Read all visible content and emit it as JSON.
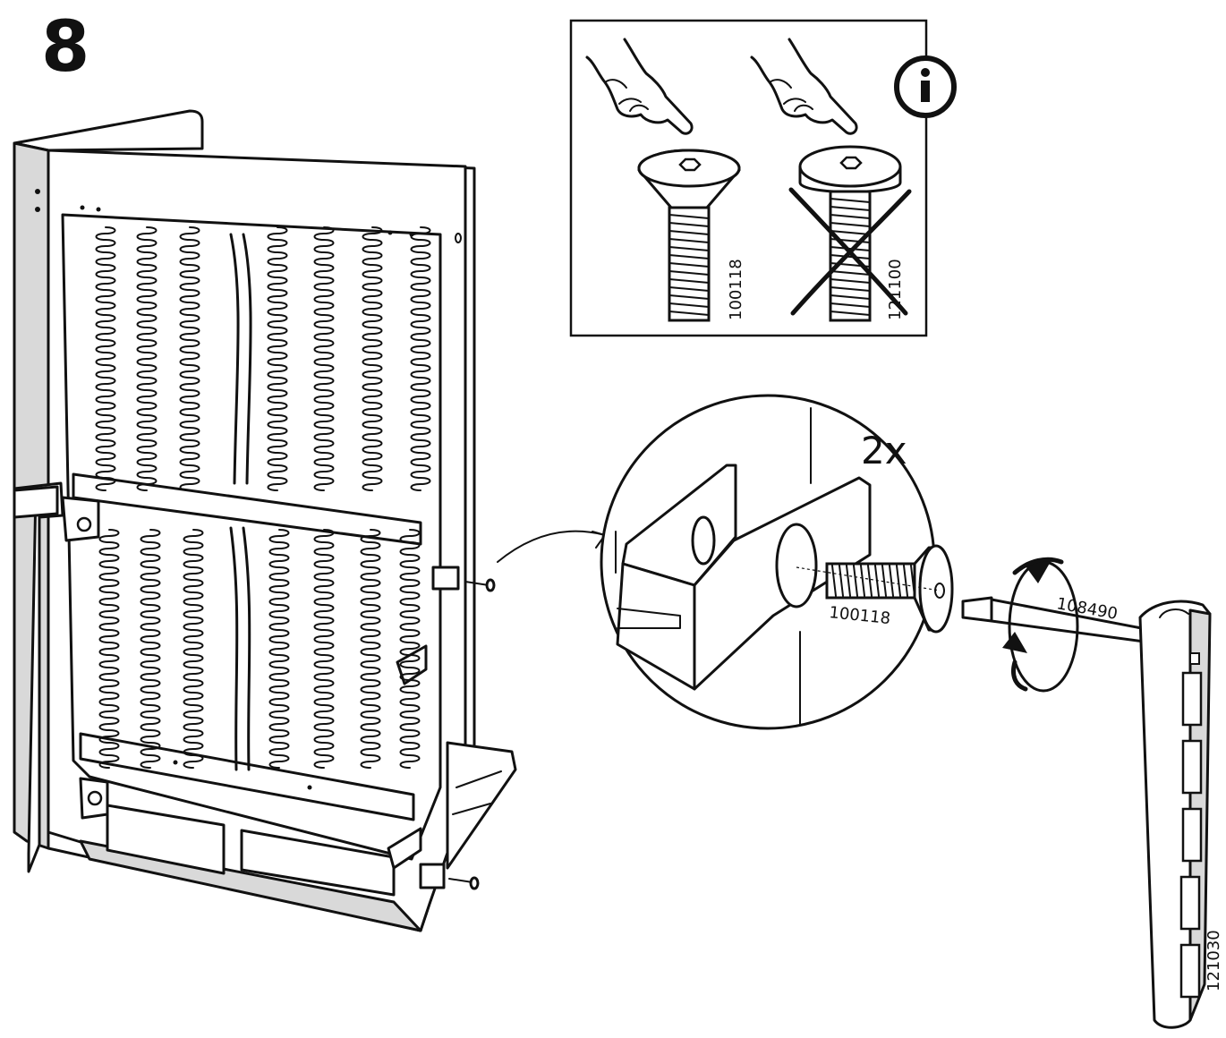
{
  "step": {
    "number": "8"
  },
  "info_box": {
    "correct_screw_id": "100118",
    "wrong_screw_id": "121100"
  },
  "detail": {
    "quantity": "2x",
    "screw_id": "100118",
    "tool_id": "108490",
    "leg_id": "121030"
  }
}
